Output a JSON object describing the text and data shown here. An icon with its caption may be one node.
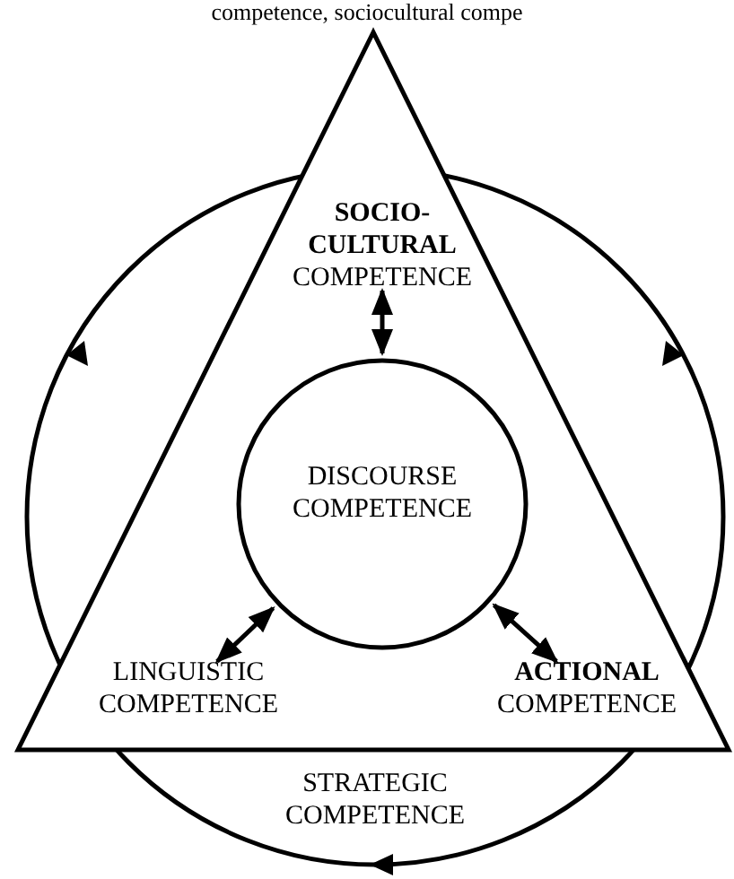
{
  "diagram": {
    "nodes": [
      {
        "text": [
          "STRATEGIC COMPETENCE"
        ]
      },
      {
        "text": [],
        "shape": "triangle"
      },
      {
        "text": [
          "**SOCIO- CULTURAL** COMPETENCE"
        ],
        "in": 1
      },
      {
        "text": [
          "DISCOURSE COMPETENCE"
        ],
        "in": 1
      },
      {
        "text": [
          "LINGUISTIC COMPETENCE"
        ],
        "in": 1
      },
      {
        "text": [
          "**ACTIONAL** COMPETENCE"
        ],
        "in": 1
      }
    ],
    "edges": [
      {
        "from": 3,
        "to": 2,
        "arrow": "both"
      },
      {
        "from": 3,
        "to": 4,
        "arrow": "both"
      },
      {
        "from": 3,
        "to": 5,
        "arrow": "both"
      }
    ],
    "labels": [
      "competence, sociocultural compe"
    ]
  }
}
